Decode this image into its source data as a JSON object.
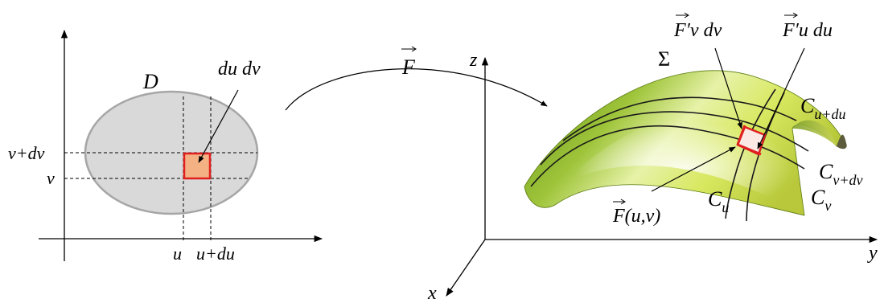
{
  "left_panel": {
    "domain_label": "D",
    "area_element_label": "du dv",
    "tick_labels": {
      "v": "v",
      "v_plus_dv": "v+dv",
      "u": "u",
      "u_plus_du": "u+du"
    }
  },
  "mapping": {
    "arrow_label": "F"
  },
  "right_panel": {
    "axis_labels": {
      "x": "x",
      "y": "y",
      "z": "z"
    },
    "surface_label": "Σ",
    "point_label": "F(u,v)",
    "tangent_v_label": "F′v dv",
    "tangent_u_label": "F′u du",
    "curve_labels": {
      "C_u": "C",
      "C_u_sub": "u",
      "C_u_du": "C",
      "C_u_du_sub": "u+du",
      "C_v": "C",
      "C_v_sub": "v",
      "C_v_dv": "C",
      "C_v_dv_sub": "v+dv"
    }
  },
  "colors": {
    "ellipse_fill": "#d9d9d9",
    "ellipse_stroke": "#a6a6a6",
    "patch_fill": "#f4b183",
    "patch_stroke": "#e02020",
    "surface_dark": "#6e9a1e",
    "surface_light": "#f3f7a0"
  }
}
